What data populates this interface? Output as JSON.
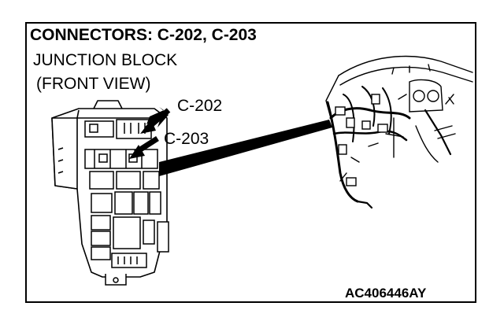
{
  "diagram": {
    "title": "CONNECTORS: C-202, C-203",
    "subtitle_line1": "JUNCTION BLOCK",
    "subtitle_line2": "(FRONT VIEW)",
    "callouts": [
      {
        "label": "C-202"
      },
      {
        "label": "C-203"
      }
    ],
    "figure_id": "AC406446AY"
  }
}
